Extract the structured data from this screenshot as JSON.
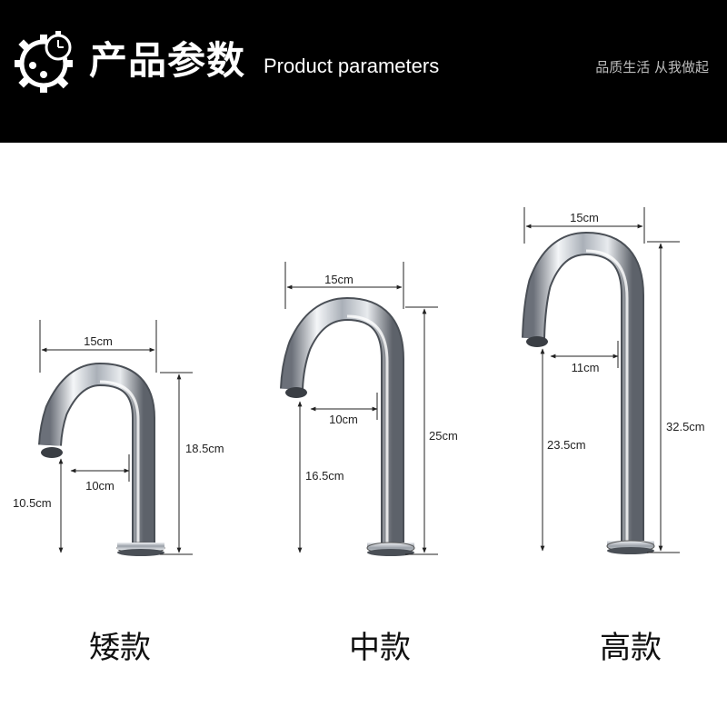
{
  "header": {
    "title_cn": "产品参数",
    "title_en": "Product parameters",
    "slogan": "品质生活 从我做起",
    "logo_icon": "gear-stopwatch-icon"
  },
  "products": [
    {
      "name": "矮款",
      "width": "15cm",
      "height": "18.5cm",
      "reach": "10cm",
      "spout_height": "10.5cm"
    },
    {
      "name": "中款",
      "width": "15cm",
      "height": "25cm",
      "reach": "10cm",
      "spout_height": "16.5cm"
    },
    {
      "name": "高款",
      "width": "15cm",
      "height": "32.5cm",
      "reach": "11cm",
      "spout_height": "23.5cm"
    }
  ],
  "colors": {
    "header_bg": "#000000",
    "chrome": "#c8ccd2"
  }
}
